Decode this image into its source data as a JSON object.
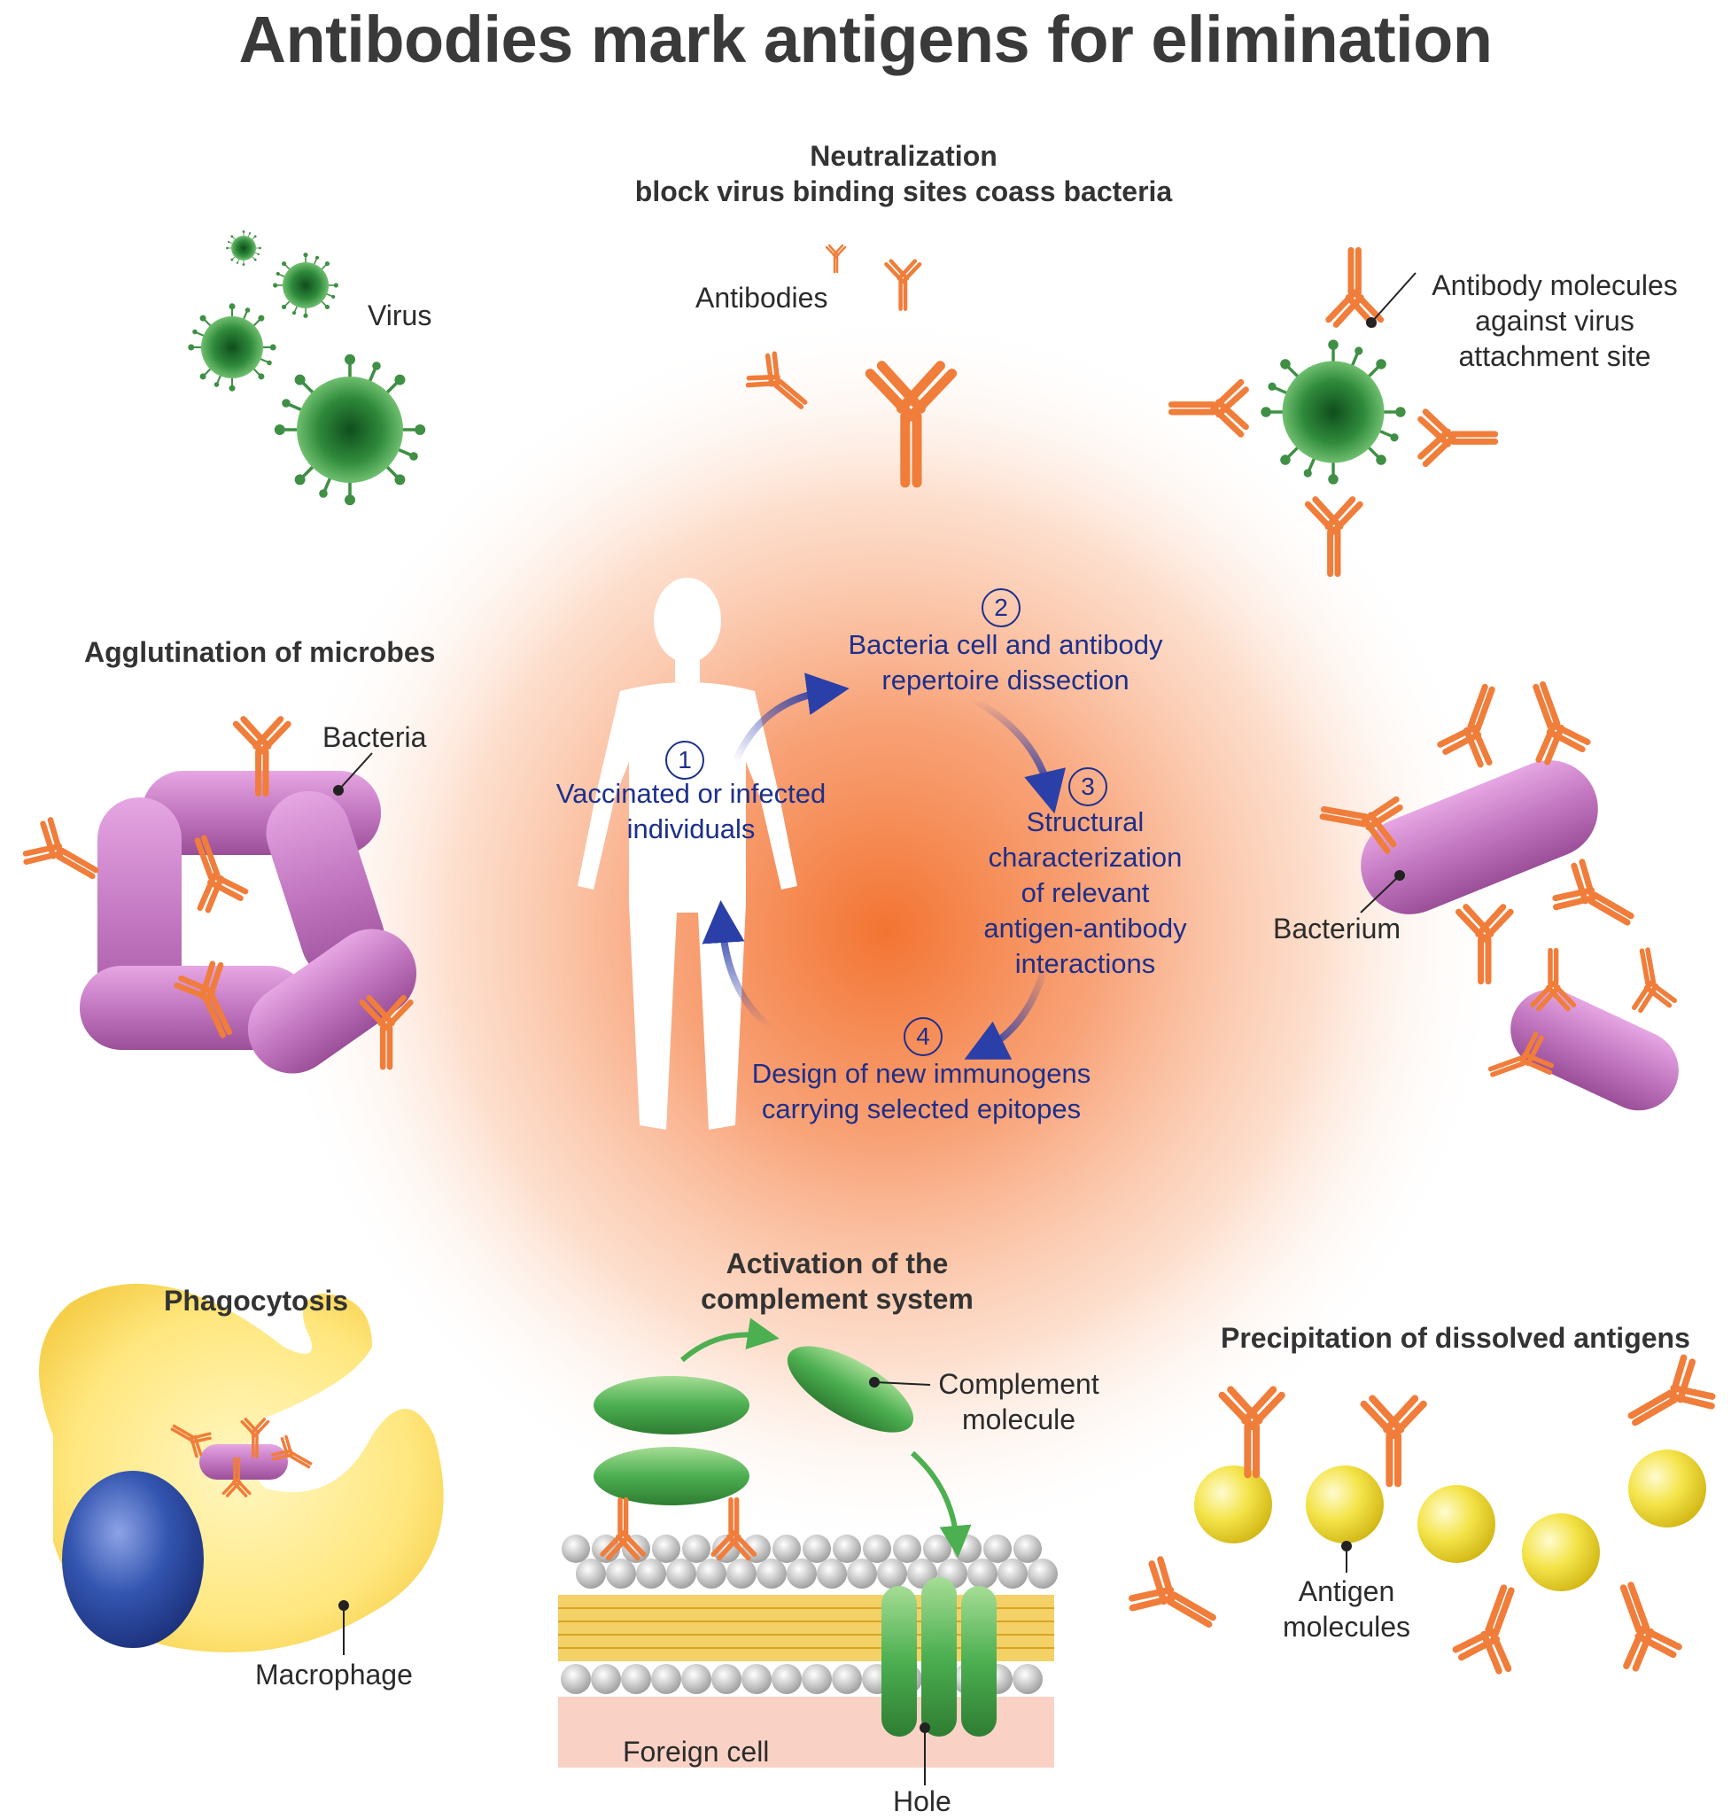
{
  "title": "Antibodies mark antigens for elimination",
  "neutralization": {
    "heading_line1": "Neutralization",
    "heading_line2": "block virus binding sites coass bacteria",
    "antibodies_label": "Antibodies"
  },
  "virus_panel": {
    "virus_label": "Virus"
  },
  "attachment_panel": {
    "label_line1": "Antibody molecules",
    "label_line2": "against virus",
    "label_line3": "attachment site"
  },
  "agglutination": {
    "heading": "Agglutination of microbes",
    "bacteria_label": "Bacteria"
  },
  "bacterium_panel": {
    "label": "Bacterium"
  },
  "cycle": {
    "steps": [
      {
        "number": "1",
        "line1": "Vaccinated or infected",
        "line2": "individuals"
      },
      {
        "number": "2",
        "line1": "Bacteria cell and antibody",
        "line2": "repertoire dissection"
      },
      {
        "number": "3",
        "line1": "Structural",
        "line2": "characterization",
        "line3": "of relevant",
        "line4": "antigen-antibody",
        "line5": "interactions"
      },
      {
        "number": "4",
        "line1": "Design of new immunogens",
        "line2": "carrying selected epitopes"
      }
    ]
  },
  "phagocytosis": {
    "heading": "Phagocytosis",
    "macrophage_label": "Macrophage"
  },
  "complement": {
    "heading_line1": "Activation of the",
    "heading_line2": "complement system",
    "molecule_label_line1": "Complement",
    "molecule_label_line2": "molecule",
    "foreign_cell_label": "Foreign cell",
    "hole_label": "Hole"
  },
  "precipitation": {
    "heading": "Precipitation of dissolved antigens",
    "antigen_label_line1": "Antigen",
    "antigen_label_line2": "molecules"
  },
  "colors": {
    "antibody": "#f07d3a",
    "virus": "#2e7d32",
    "bacteria": "#c277c0",
    "arrow_blue": "#2b3fa8",
    "text_blue": "#1d2f8c",
    "glow": "#f37432",
    "macrophage": "#ffe37a",
    "nucleus": "#2a4aa0",
    "complement": "#4caf50",
    "antigen": "#f2e22a"
  }
}
